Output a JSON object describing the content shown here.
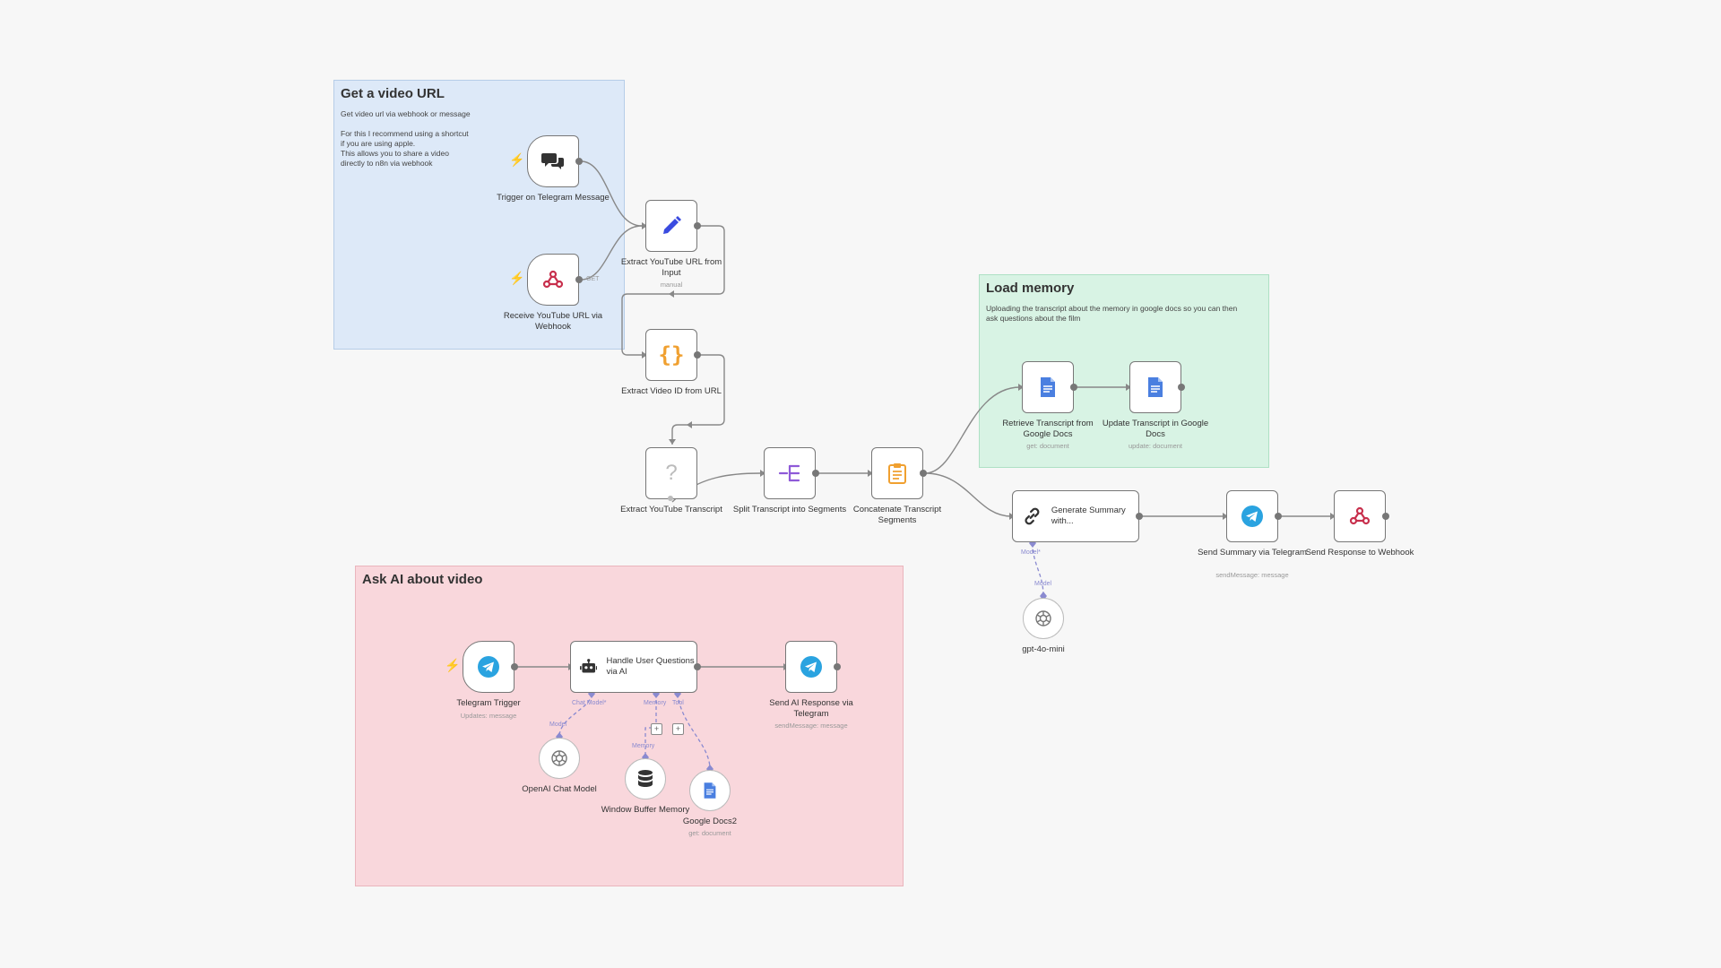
{
  "stickies": {
    "get_url": {
      "title": "Get a video URL",
      "body": "Get video url via webhook or message\n\nFor this I recommend using a shortcut\nif you are using apple.\nThis allows you to share a video\ndirectly to n8n via webhook"
    },
    "load_memory": {
      "title": "Load memory",
      "body": "Uploading the transcript about the memory in google docs so you can then\nask questions about the film"
    },
    "ask_ai": {
      "title": "Ask AI about video",
      "body": ""
    }
  },
  "nodes": {
    "telegram_message_trigger": {
      "label": "Trigger on Telegram Message",
      "icon": "chat-bubbles-icon"
    },
    "webhook_trigger": {
      "label": "Receive YouTube URL via Webhook",
      "icon": "webhook-icon",
      "port_label": "GET"
    },
    "extract_url": {
      "label": "Extract YouTube URL from Input",
      "sub": "manual",
      "icon": "pencil-icon"
    },
    "extract_id": {
      "label": "Extract Video ID from URL",
      "icon": "code-braces-icon"
    },
    "extract_transcript": {
      "label": "Extract YouTube Transcript",
      "icon": "question-icon"
    },
    "split_transcript": {
      "label": "Split Transcript into Segments",
      "icon": "split-icon"
    },
    "concat_transcript": {
      "label": "Concatenate Transcript Segments",
      "icon": "clipboard-icon"
    },
    "retrieve_gdocs": {
      "label": "Retrieve Transcript from Google Docs",
      "sub": "get: document",
      "icon": "google-docs-icon"
    },
    "update_gdocs": {
      "label": "Update Transcript in Google Docs",
      "sub": "update: document",
      "icon": "google-docs-icon"
    },
    "generate_summary": {
      "label": "Generate Summary with...",
      "icon": "chain-link-icon",
      "port_label": "Model*"
    },
    "gpt_model": {
      "label": "gpt-4o-mini",
      "icon": "openai-icon",
      "port_label": "Model"
    },
    "send_summary": {
      "label": "Send Summary via Telegram",
      "sub": "sendMessage: message",
      "icon": "telegram-icon"
    },
    "send_webhook_response": {
      "label": "Send Response to Webhook",
      "icon": "webhook-icon"
    },
    "telegram_trigger": {
      "label": "Telegram Trigger",
      "sub": "Updates: message",
      "icon": "telegram-icon"
    },
    "handle_questions": {
      "label": "Handle User Questions via AI",
      "icon": "robot-icon",
      "port_chat_model": "Chat Model*",
      "port_memory": "Memory",
      "port_tool": "Tool"
    },
    "send_ai_response": {
      "label": "Send AI Response via Telegram",
      "sub": "sendMessage: message",
      "icon": "telegram-icon"
    },
    "openai_chat_model": {
      "label": "OpenAI Chat Model",
      "icon": "openai-icon",
      "port_label": "Model"
    },
    "window_buffer_memory": {
      "label": "Window Buffer Memory",
      "icon": "database-icon",
      "port_label": "Memory"
    },
    "google_docs2": {
      "label": "Google Docs2",
      "sub": "get: document",
      "icon": "google-docs-icon"
    }
  },
  "colors": {
    "canvas_bg": "#f7f7f7",
    "sticky_blue": "#dde9f8",
    "sticky_green": "#d8f3e4",
    "sticky_red": "#f9d7dc",
    "edge": "#888888",
    "ai_edge": "#8a8ad0",
    "trigger_bolt": "#ff6d5a",
    "telegram": "#2aa3e0",
    "gdocs": "#4a7fe0",
    "webhook": "#c8304d",
    "code": "#f0a030",
    "pencil": "#3a4be0",
    "split": "#8e5ad8"
  }
}
